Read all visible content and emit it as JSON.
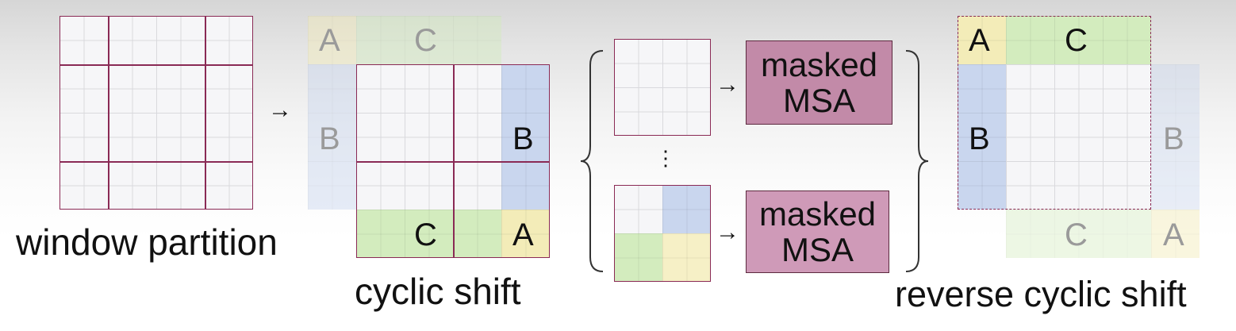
{
  "panels": {
    "window_partition": {
      "caption": "window partition"
    },
    "cyclic_shift": {
      "caption": "cyclic shift",
      "label_a": "A",
      "label_b": "B",
      "label_c": "C"
    },
    "masked_msa": {
      "line1": "masked",
      "line2": "MSA",
      "ellipsis": "⋮"
    },
    "reverse_cyclic_shift": {
      "caption": "reverse cyclic shift",
      "label_a": "A",
      "label_b": "B",
      "label_c": "C"
    }
  },
  "arrow": "→",
  "colors": {
    "region_a": "#f3ecb8",
    "region_b": "#c9d6ee",
    "region_c": "#d3ecbe",
    "window_border": "#8a2a55",
    "msa_fill": "#c28aa8"
  }
}
